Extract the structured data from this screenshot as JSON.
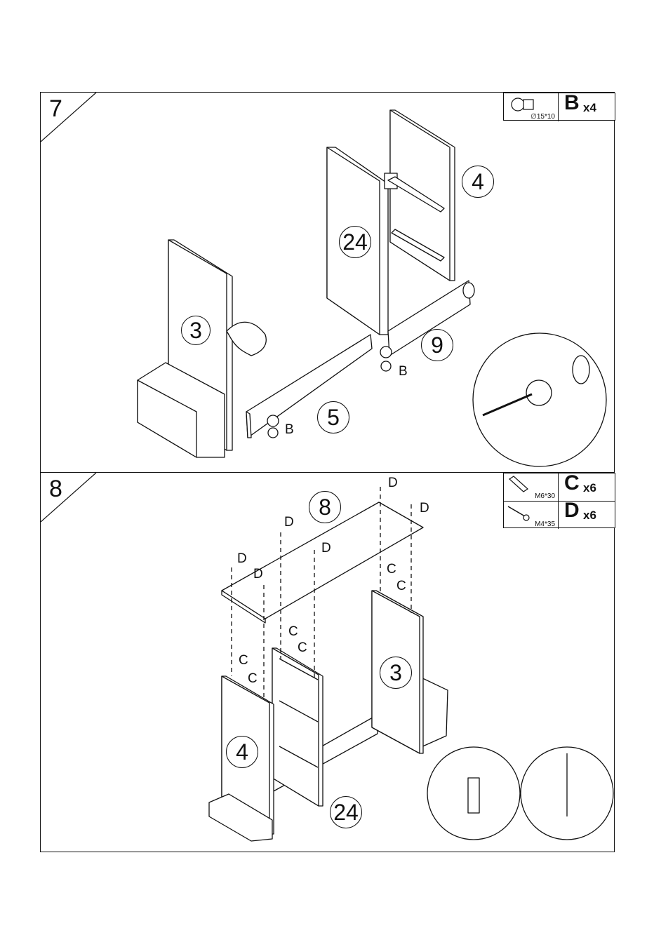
{
  "steps": [
    {
      "number": "7",
      "hardware": [
        {
          "letter": "B",
          "qty": "x4",
          "dimension": "∅15*10",
          "icon": "cam-lock-icon"
        }
      ],
      "part_labels": [
        "3",
        "24",
        "4",
        "5",
        "9"
      ],
      "fastener_labels": [
        "B",
        "B"
      ],
      "detail_icon": "screwdriver-tightening-cam-lock-icon"
    },
    {
      "number": "8",
      "hardware": [
        {
          "letter": "C",
          "qty": "x6",
          "dimension": "M6*30",
          "icon": "wooden-dowel-icon"
        },
        {
          "letter": "D",
          "qty": "x6",
          "dimension": "M4*35",
          "icon": "wood-screw-icon"
        }
      ],
      "part_labels": [
        "8",
        "3",
        "4",
        "24"
      ],
      "fastener_labels": [
        "D",
        "D",
        "D",
        "D",
        "D",
        "D",
        "C",
        "C",
        "C",
        "C",
        "C",
        "C"
      ],
      "detail_icons": [
        "dowel-insert-detail-icon",
        "screw-insert-detail-icon"
      ]
    }
  ]
}
